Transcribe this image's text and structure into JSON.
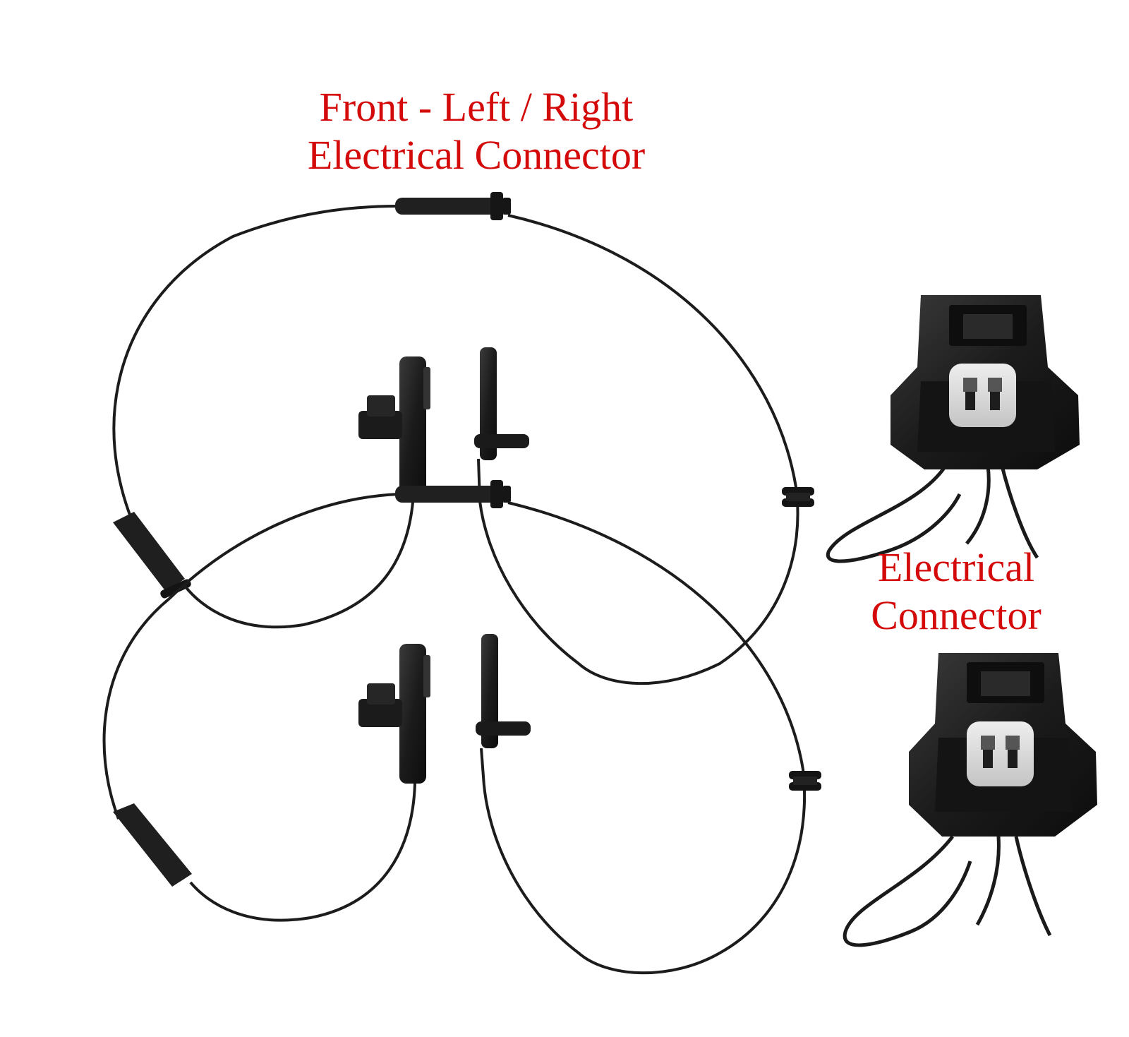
{
  "photo": {
    "top_label": {
      "line1": "Front - Left / Right",
      "line2": "Electrical Connector"
    },
    "side_label": {
      "line1": "Electrical",
      "line2": "Connector"
    }
  },
  "colors": {
    "label_red": "#d40a0a",
    "cable_black": "#1c1c1c",
    "plug_white": "#dcdcdc",
    "background": "#ffffff"
  }
}
